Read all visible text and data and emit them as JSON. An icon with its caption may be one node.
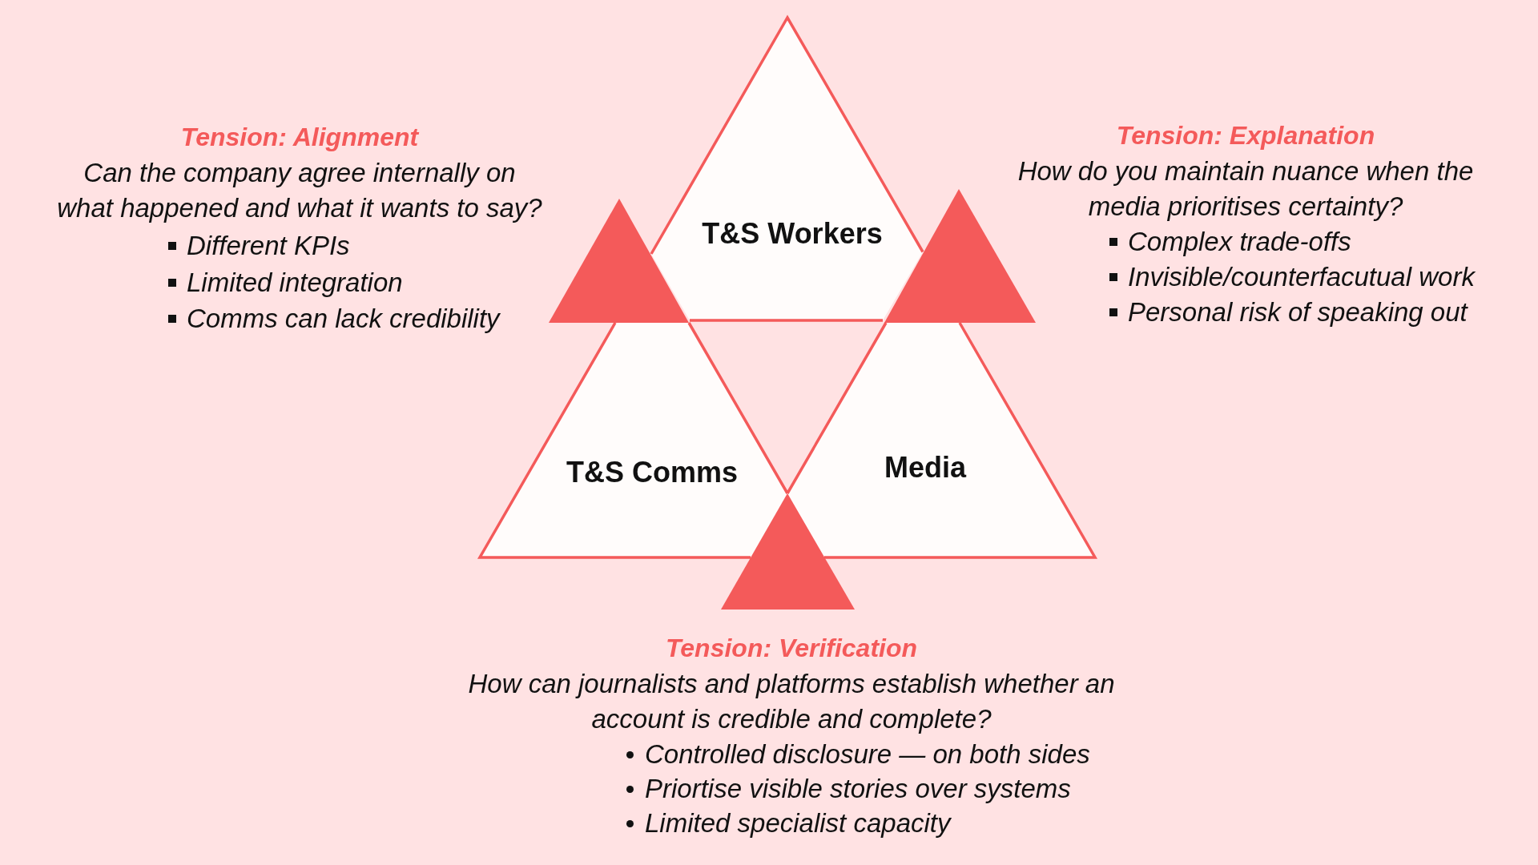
{
  "diagram": {
    "nodes": [
      {
        "text": [
          "T&S Workers"
        ]
      },
      {
        "text": [],
        "shape": "triangle",
        "beside": [
          "Tension: Alignment",
          "Can the company agree internally on what happened and what it wants to say?",
          "Different KPIs",
          "Limited integration",
          "Comms can lack credibility"
        ]
      },
      {
        "text": [],
        "shape": "triangle",
        "beside": [
          "Tension: Explanation",
          "How do you maintain nuance when the media prioritises certainty?",
          "Complex trade-offs",
          "Invisible/counterfacutual work",
          "Personal risk of speaking out"
        ]
      },
      {
        "text": [
          "T&S Comms"
        ]
      },
      {
        "text": [
          "Media"
        ]
      },
      {
        "text": [],
        "shape": "triangle",
        "beside": [
          "Tension: Verification",
          "How can journalists and platforms establish whether an account is credible and complete?",
          "Controlled disclosure — on both sides",
          "Priortise visible stories over systems",
          "Limited specialist capacity"
        ]
      }
    ]
  }
}
